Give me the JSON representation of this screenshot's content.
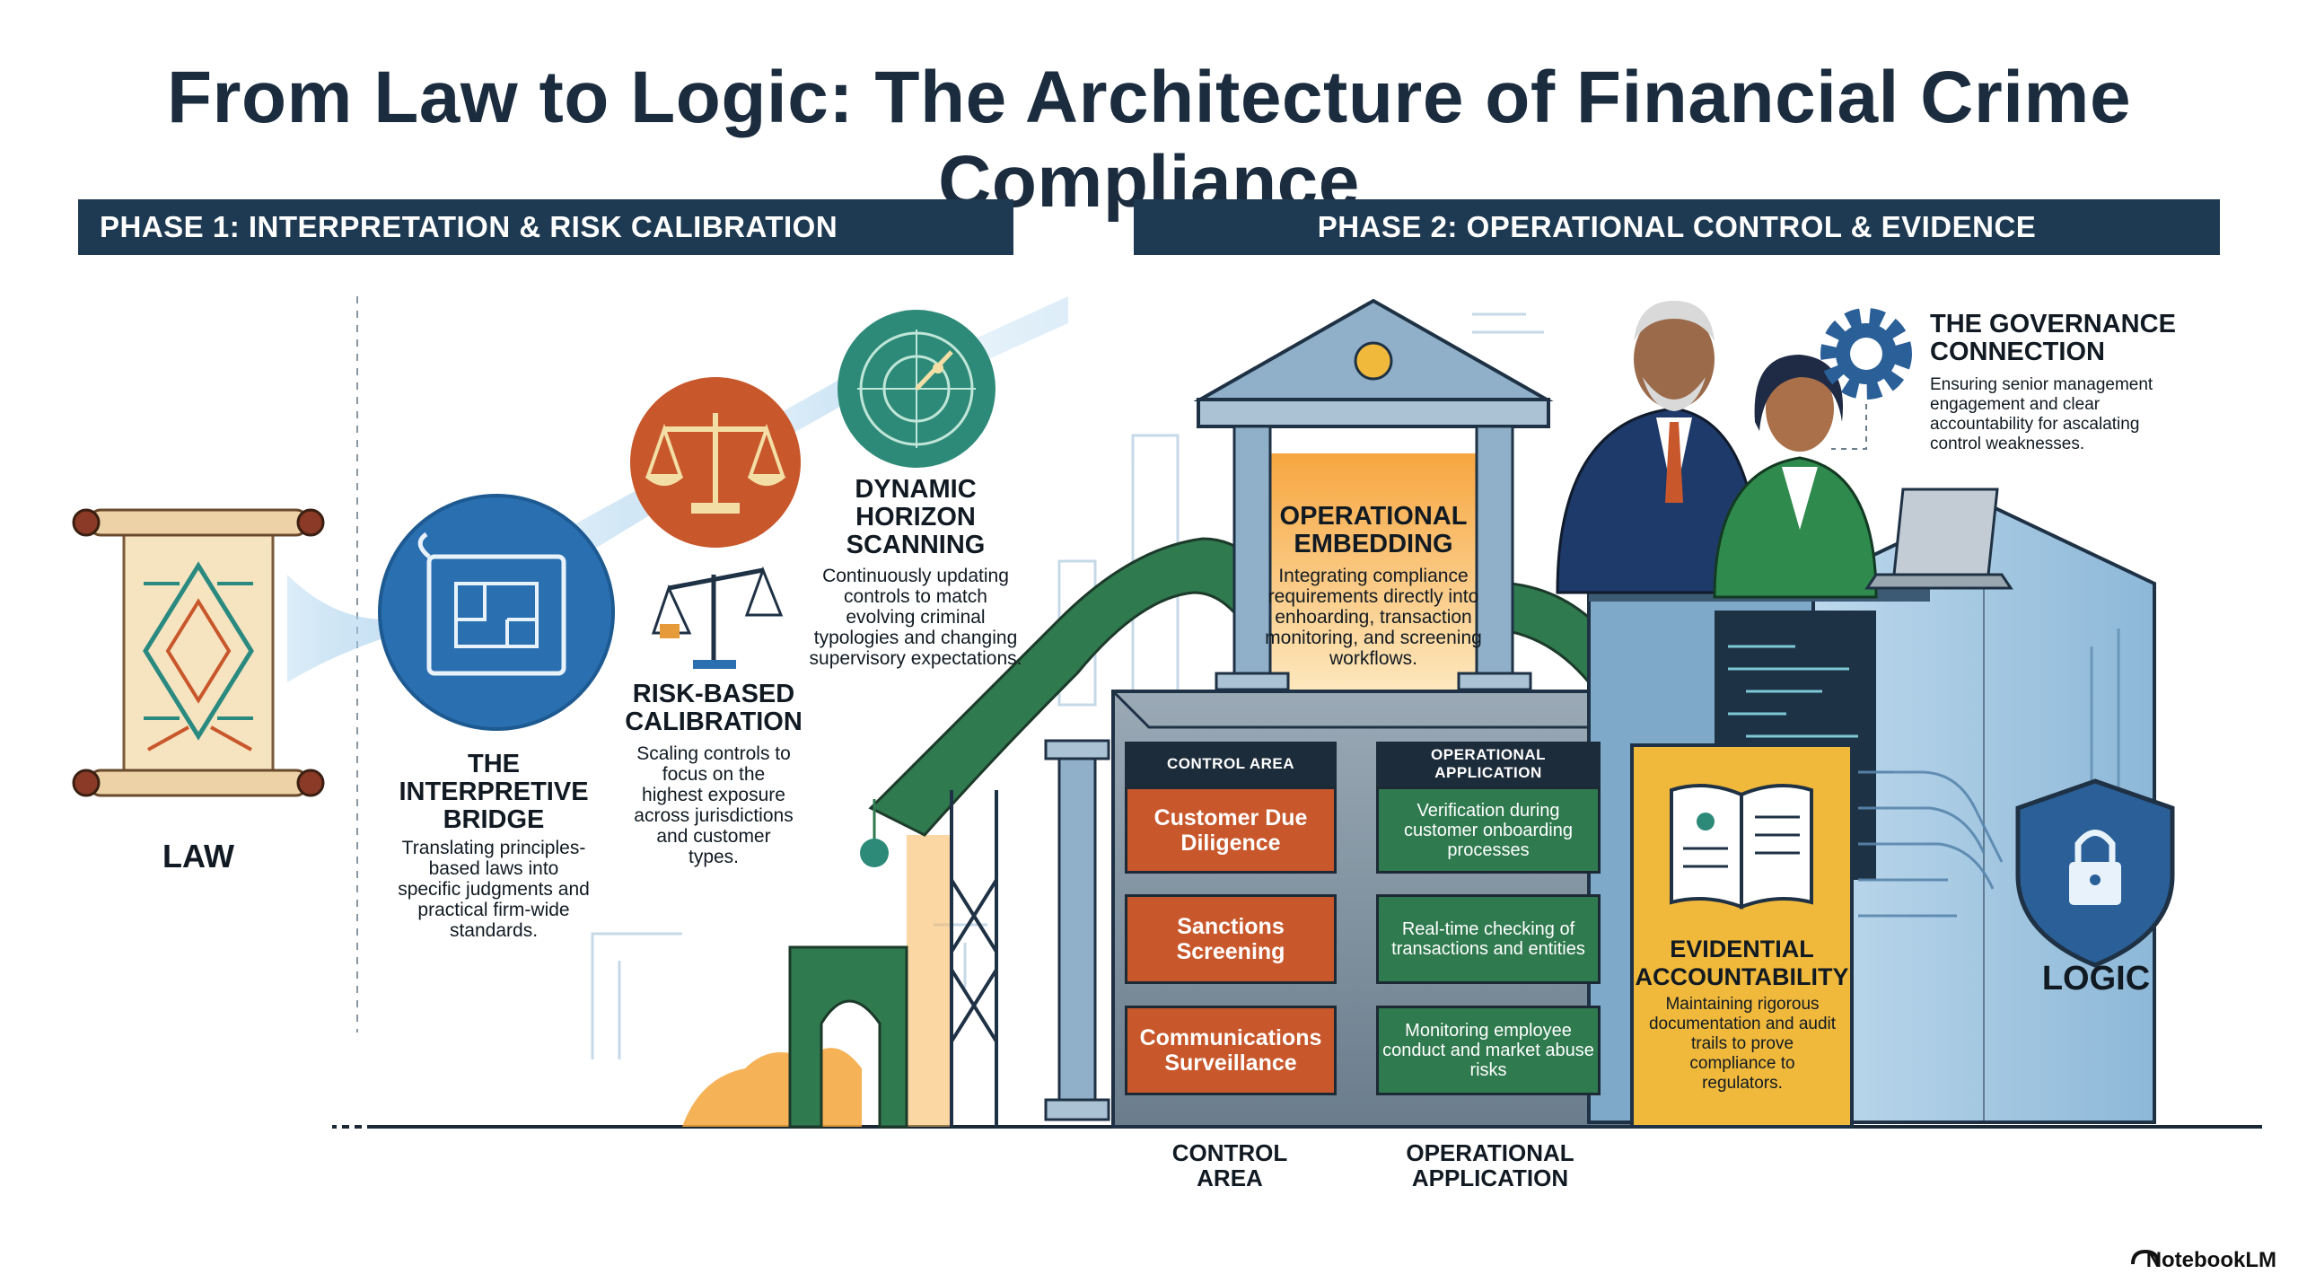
{
  "title": "From Law to Logic: The Architecture of Financial Crime Compliance",
  "phases": {
    "phase1": "PHASE 1: INTERPRETATION & RISK CALIBRATION",
    "phase2": "PHASE 2: OPERATIONAL CONTROL & EVIDENCE"
  },
  "law": {
    "label": "LAW"
  },
  "interpretive_bridge": {
    "heading": "THE INTERPRETIVE BRIDGE",
    "description": "Translating principles-based laws into specific judgments and practical firm-wide standards."
  },
  "risk_calibration": {
    "heading": "RISK-BASED CALIBRATION",
    "description": "Scaling controls to focus on the highest exposure across jurisdictions and customer types."
  },
  "horizon_scanning": {
    "heading": "DYNAMIC HORIZON SCANNING",
    "description": "Continuously updating controls to match evolving criminal typologies and changing supervisory expectations."
  },
  "operational_embedding": {
    "heading": "OPERATIONAL EMBEDDING",
    "description": "Integrating compliance requirements directly into enhoarding, transaction monitoring, and screening workflows."
  },
  "governance": {
    "heading": "THE GOVERNANCE CONNECTION",
    "description": "Ensuring senior management engagement and clear accountability for ascalating control weaknesses."
  },
  "control_table": {
    "col1_header": "CONTROL AREA",
    "col2_header": "OPERATIONAL APPLICATION",
    "rows": [
      {
        "area": "Customer Due Diligence",
        "application": "Verification during customer onboarding processes"
      },
      {
        "area": "Sanctions Screening",
        "application": "Real-time checking of transactions and entities"
      },
      {
        "area": "Communications Surveillance",
        "application": "Monitoring employee conduct and market abuse risks"
      }
    ],
    "footer_col1": "CONTROL AREA",
    "footer_col2": "OPERATIONAL APPLICATION"
  },
  "evidential": {
    "heading": "EVIDENTIAL ACCOUNTABILITY",
    "description": "Maintaining rigorous documentation and audit trails to prove compliance to regulators."
  },
  "logic": {
    "label": "LOGIC"
  },
  "branding": "NotebookLM",
  "colors": {
    "navy": "#1e3a52",
    "blue": "#2a6fb0",
    "orange": "#c8572b",
    "green": "#2f7a4e",
    "teal": "#2e8a78",
    "gold": "#f0b93c"
  },
  "icons": [
    "scroll-icon",
    "blueprint-icon",
    "scales-icon",
    "radar-icon",
    "temple-icon",
    "gear-icon",
    "book-icon",
    "shield-lock-icon",
    "laptop-icon"
  ]
}
